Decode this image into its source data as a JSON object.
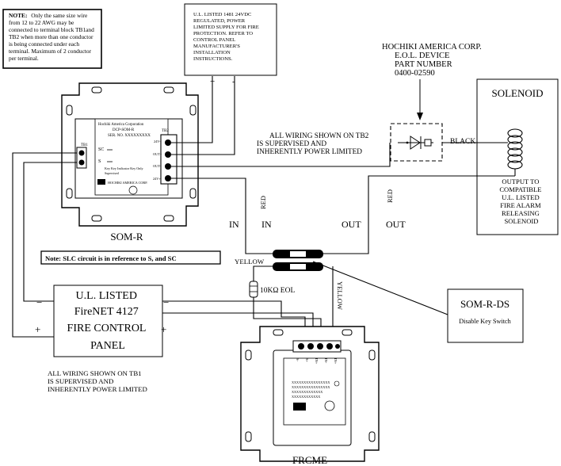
{
  "note_box": {
    "bold": "NOTE:",
    "lines": [
      "Only the same size wire",
      "from 12 to 22 AWG may be",
      "connected to terminal block TB1and",
      "TB2 when more than one conductor",
      "is being connected under each",
      "terminal. Maximum of 2 conductor",
      "per terminal."
    ]
  },
  "psu_box": {
    "lines": [
      "U.L. LISTED 1481 24VDC",
      "REGULATED, POWER",
      "LIMITED SUPPLY FOR FIRE",
      "PROTECTION.  REFER TO",
      "CONTROL PANEL",
      "MANUFACTURER'S",
      "INSTALLATION",
      "INSTRUCTIONS."
    ],
    "plus": "+",
    "minus": "-"
  },
  "hochiki": {
    "lines": [
      "HOCHIKI AMERICA CORP.",
      "E.O.L. DEVICE",
      "PART NUMBER",
      "0400-02590"
    ]
  },
  "solenoid": {
    "title": "SOLENOID",
    "desc": [
      "OUTPUT TO",
      "COMPATIBLE",
      "U.L. LISTED",
      "FIRE ALARM",
      "RELEASING",
      "SOLENOID"
    ]
  },
  "tb2_note": [
    "ALL WIRING SHOWN ON TB2",
    "IS SUPERVISED AND",
    "INHERENTLY POWER LIMITED"
  ],
  "tb1_note": [
    "ALL WIRING SHOWN ON TB1",
    "IS SUPERVISED AND",
    "INHERENTLY POWER LIMITED"
  ],
  "slc_note": "Note:  SLC circuit is in reference to S, and SC",
  "somr": {
    "label": "SOM-R",
    "maker": "Hochiki America Corporation",
    "model": "DCP-SOM-R",
    "serial": "SER. NO. XXXXXXXXX",
    "sc_label": "SC",
    "s_label": "S",
    "tb1": "TB1",
    "tb2": "TB2",
    "tb2_terms": [
      "24V-",
      "OUT+",
      "OUT-",
      "24V+"
    ],
    "tiny1": "Key Key Indicator Key Only",
    "tiny2": "Supervised",
    "logo": "HOCHIKI AMERICA CORP."
  },
  "panel": {
    "lines": [
      "U.L. LISTED",
      "FireNET 4127",
      "FIRE CONTROL",
      "PANEL"
    ],
    "minus_left": "−",
    "minus_right": "−",
    "plus_left": "+",
    "plus_right": "+"
  },
  "somrds": {
    "title": "SOM-R-DS",
    "subtitle": "Disable Key Switch"
  },
  "frcme": {
    "label": "FRCME",
    "terms": [
      "S-",
      "S+",
      "IN+",
      "IN-",
      "IN+"
    ],
    "info": [
      "XXXXXXXXXXXXXXXX",
      "XXXXXXXXXXXXXXXX",
      "XXXXXXXXXXXXX",
      "XXXXXXXXXXXX"
    ]
  },
  "wires": {
    "red1": "RED",
    "red2": "RED",
    "black": "BLACK",
    "yellow1": "YELLOW",
    "yellow2": "YELLOW",
    "in1": "IN",
    "in2": "IN",
    "out1": "OUT",
    "out2": "OUT",
    "eol": "10KΩ EOL"
  }
}
